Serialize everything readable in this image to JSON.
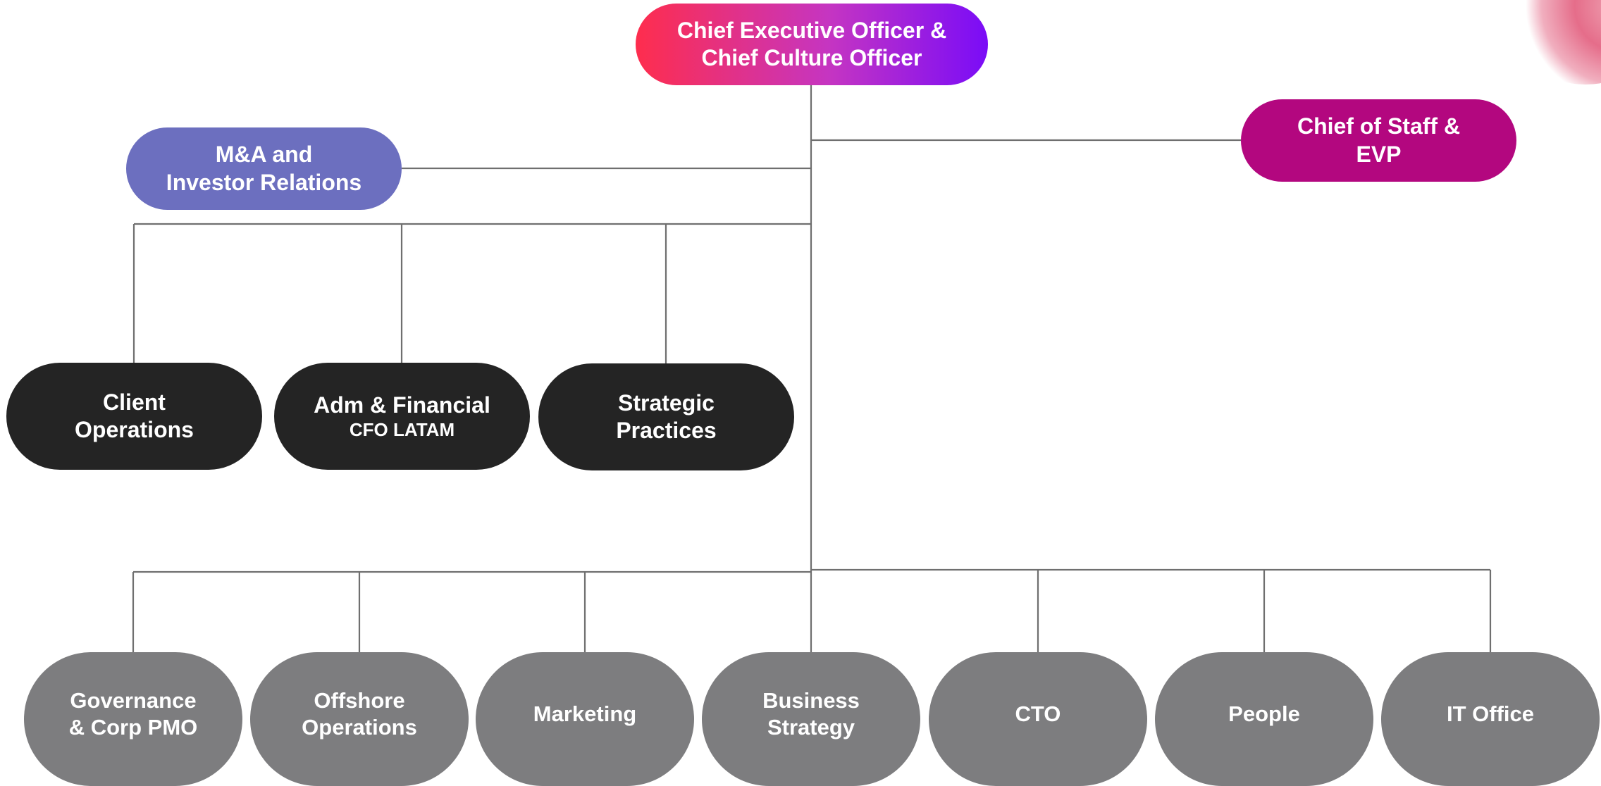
{
  "colors": {
    "ceo_gradient": [
      "#fe2d4d",
      "#c535c2",
      "#7a0cf7"
    ],
    "ma_investor": "#6c6fbf",
    "chief_of_staff": "#b3077f",
    "level_two": "#242424",
    "level_three": "#7d7d7f",
    "connector": "#6f6f6f",
    "text": "#ffffff"
  },
  "org": {
    "ceo": {
      "label": "Chief Executive Officer &\nChief Culture Officer"
    },
    "ma": {
      "label": "M&A and\nInvestor Relations"
    },
    "chief_of_staff": {
      "label": "Chief of Staff &\nEVP"
    },
    "level2": [
      {
        "label": "Client\nOperations",
        "sub": ""
      },
      {
        "label": "Adm & Financial",
        "sub": "CFO LATAM"
      },
      {
        "label": "Strategic\nPractices",
        "sub": ""
      }
    ],
    "level3": [
      {
        "label": "Governance\n& Corp PMO"
      },
      {
        "label": "Offshore\nOperations"
      },
      {
        "label": "Marketing"
      },
      {
        "label": "Business\nStrategy"
      },
      {
        "label": "CTO"
      },
      {
        "label": "People"
      },
      {
        "label": "IT Office"
      }
    ]
  }
}
